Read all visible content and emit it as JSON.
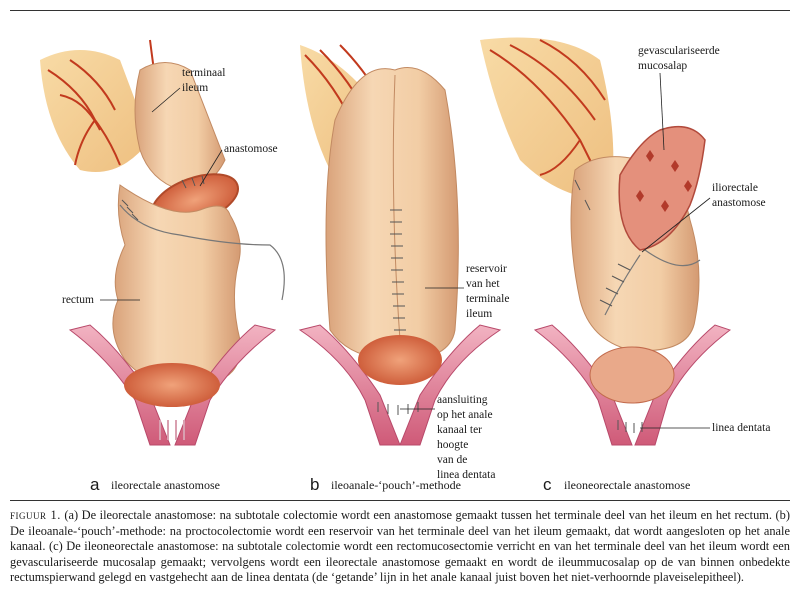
{
  "panels": [
    {
      "letter": "a",
      "title": "ileorectale anastomose",
      "labels": {
        "terminal_ileum": [
          "terminaal",
          "ileum"
        ],
        "anastomosis": "anastomose",
        "rectum": "rectum"
      }
    },
    {
      "letter": "b",
      "title": "ileoanale-‘pouch’-methode",
      "labels": {
        "reservoir": [
          "reservoir",
          "van het",
          "terminale",
          "ileum"
        ],
        "junction": [
          "aansluiting",
          "op het anale",
          "kanaal ter",
          "hoogte",
          "van de",
          "linea dentata"
        ]
      }
    },
    {
      "letter": "c",
      "title": "ileoneorectale anastomose",
      "labels": {
        "flap": [
          "gevasculariseerde",
          "mucosalap"
        ],
        "ileorectal": [
          "iliorectale",
          "anastomose"
        ],
        "linea": "linea dentata"
      }
    }
  ],
  "caption": {
    "figure_label": "figuur 1.",
    "text": " (a) De ileorectale anastomose: na subtotale colectomie wordt een anastomose gemaakt tussen het terminale deel van het ileum en het rectum. (b) De ileoanale-‘pouch’-methode: na proctocolectomie wordt een reservoir van het terminale deel van het ileum gemaakt, dat wordt aangesloten op het anale kanaal. (c) De ileoneorectale anastomose: na subtotale colectomie wordt een rectomucosectomie verricht en van het terminale deel van het ileum wordt een gevasculariseerde mucosalap gemaakt; vervolgens wordt een ileorectale anastomose gemaakt en wordt de ileummucosalap op de van binnen onbedekte rectumspierwand gelegd en vastgehecht aan de linea dentata (de ‘getande’ lijn in het anale kanaal juist boven het niet-verhoornde plaveiselepitheel)."
  },
  "colors": {
    "bowel": "#f2cda5",
    "bowel_shade": "#dba57c",
    "mesentery": "#f6d49c",
    "vessel": "#c23a1e",
    "muscle": "#d9708a",
    "muscle_light": "#f0a7b8",
    "mucosa": "#e0764f"
  }
}
